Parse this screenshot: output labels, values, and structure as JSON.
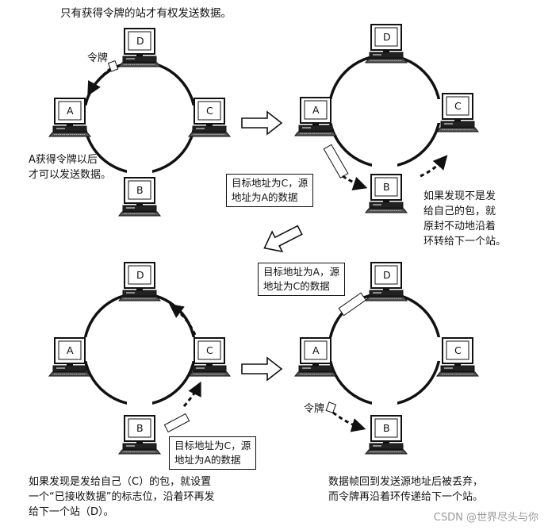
{
  "title": "只有获得令牌的站才有权发送数据。",
  "token_word": "令牌",
  "station_labels": [
    "A",
    "B",
    "C",
    "D"
  ],
  "panel1_note": "A获得令牌以后\n才可以发送数据。",
  "panel2_callout": "目标地址为C，源\n地址为A的数据",
  "panel2_note": "如果发现不是发\n给自己的包，就\n原封不动地沿着\n环转给下一个站。",
  "panel3_callout": "目标地址为C，源\n地址为A的数据",
  "panel3_note": "如果发现是发给自己（C）的包，就设置\n一个“已接收数据”的标志位，沿着环再发\n给下一个站（D）。",
  "panel4_callout": "目标地址为A，源\n地址为C的数据",
  "panel4_note": "数据帧回到发送源地址后被丢弃，\n而令牌再沿着环传递给下一个站。",
  "watermark": "CSDN @世界尽头与你"
}
